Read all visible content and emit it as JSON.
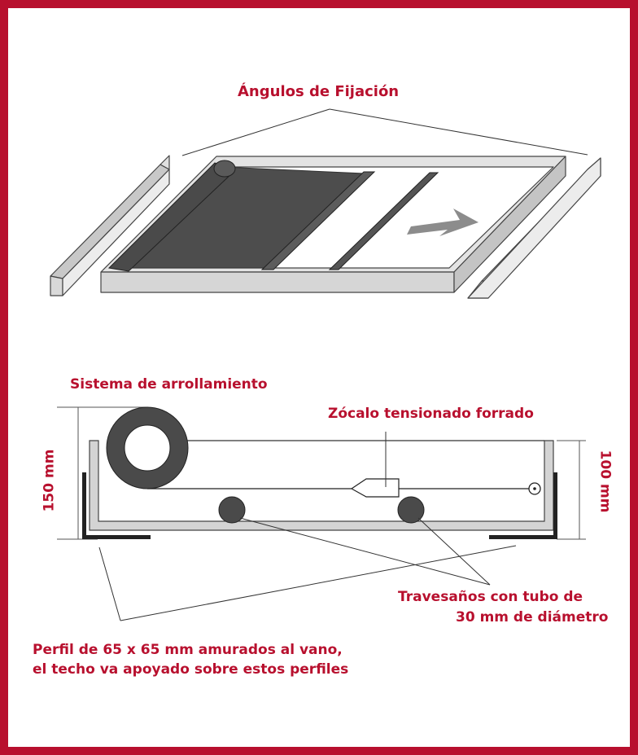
{
  "colors": {
    "border": "#b8102e",
    "label": "#b8102e",
    "fabric": "#4d4d4d",
    "frame_fill": "#e6e6e6",
    "arrow": "#8c8c8c",
    "angle": "#222222"
  },
  "top_diagram": {
    "title": "Ángulos de Fijación"
  },
  "section_diagram": {
    "roller_label": "Sistema de arrollamiento",
    "bottom_rail_label": "Zócalo tensionado forrado",
    "height_outer": "150 mm",
    "height_inner": "100 mm",
    "crossbars_label_line1": "Travesaños con tubo de",
    "crossbars_label_line2": "30 mm de diámetro",
    "profile_label_line1": "Perfil de 65 x 65 mm amurados al vano,",
    "profile_label_line2": "el techo va apoyado sobre estos perfiles"
  }
}
